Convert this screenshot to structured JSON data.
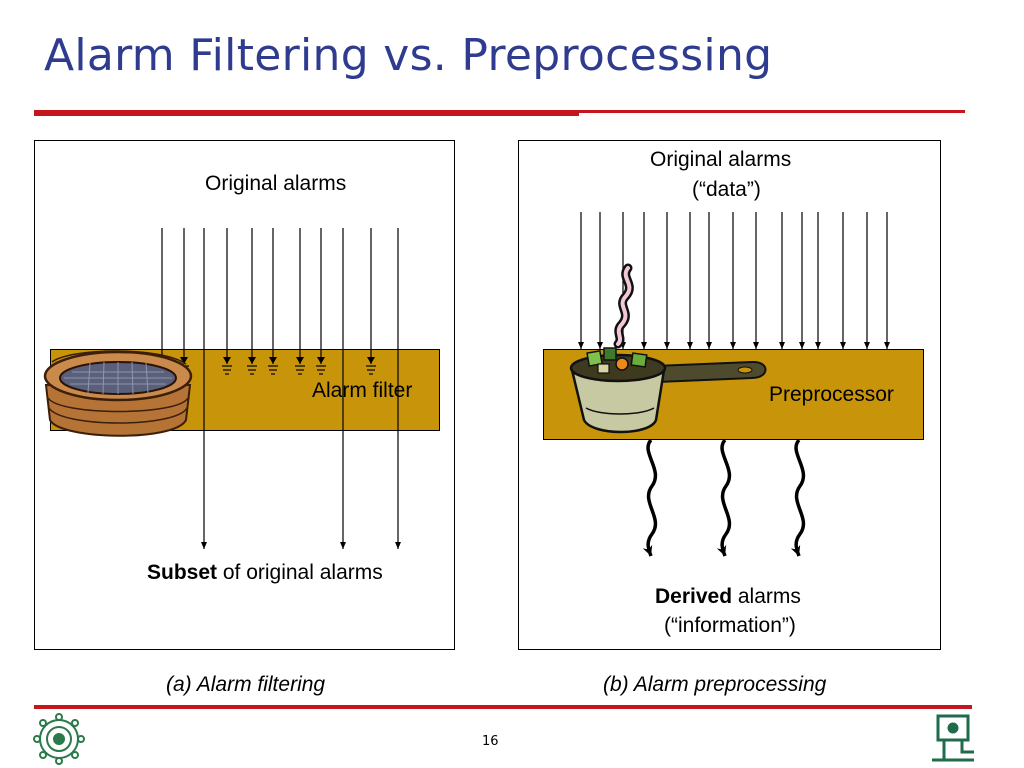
{
  "slide": {
    "title": "Alarm Filtering vs. Preprocessing",
    "page_number": "16"
  },
  "left_panel": {
    "top_label": "Original alarms",
    "band_label": "Alarm filter",
    "bottom_label_bold": "Subset",
    "bottom_label_rest": " of original alarms",
    "caption": "(a) Alarm filtering",
    "illustration": "sieve-icon"
  },
  "right_panel": {
    "top_label_line1": "Original alarms",
    "top_label_line2": "(“data”)",
    "band_label": "Preprocessor",
    "bottom_label_bold": "Derived",
    "bottom_label_rest": " alarms",
    "bottom_label_line2": "(“information”)",
    "caption": "(b) Alarm preprocessing",
    "illustration": "cooking-pot-icon"
  },
  "colors": {
    "title": "#2e3b8f",
    "rule": "#c4161c",
    "band": "#c8950a"
  },
  "footer": {
    "left_logo": "university-emblem-icon",
    "right_logo": "computer-department-icon"
  }
}
